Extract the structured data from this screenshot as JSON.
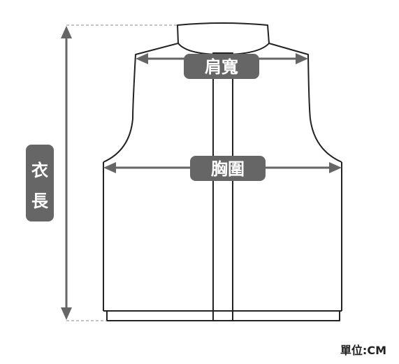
{
  "labels": {
    "shoulder": "肩寬",
    "chest": "胸圍",
    "length_line1": "衣",
    "length_line2": "長"
  },
  "unit": "單位:CM",
  "colors": {
    "outline": "#222222",
    "measure": "#666666",
    "pill": "#666666",
    "background": "#ffffff"
  }
}
